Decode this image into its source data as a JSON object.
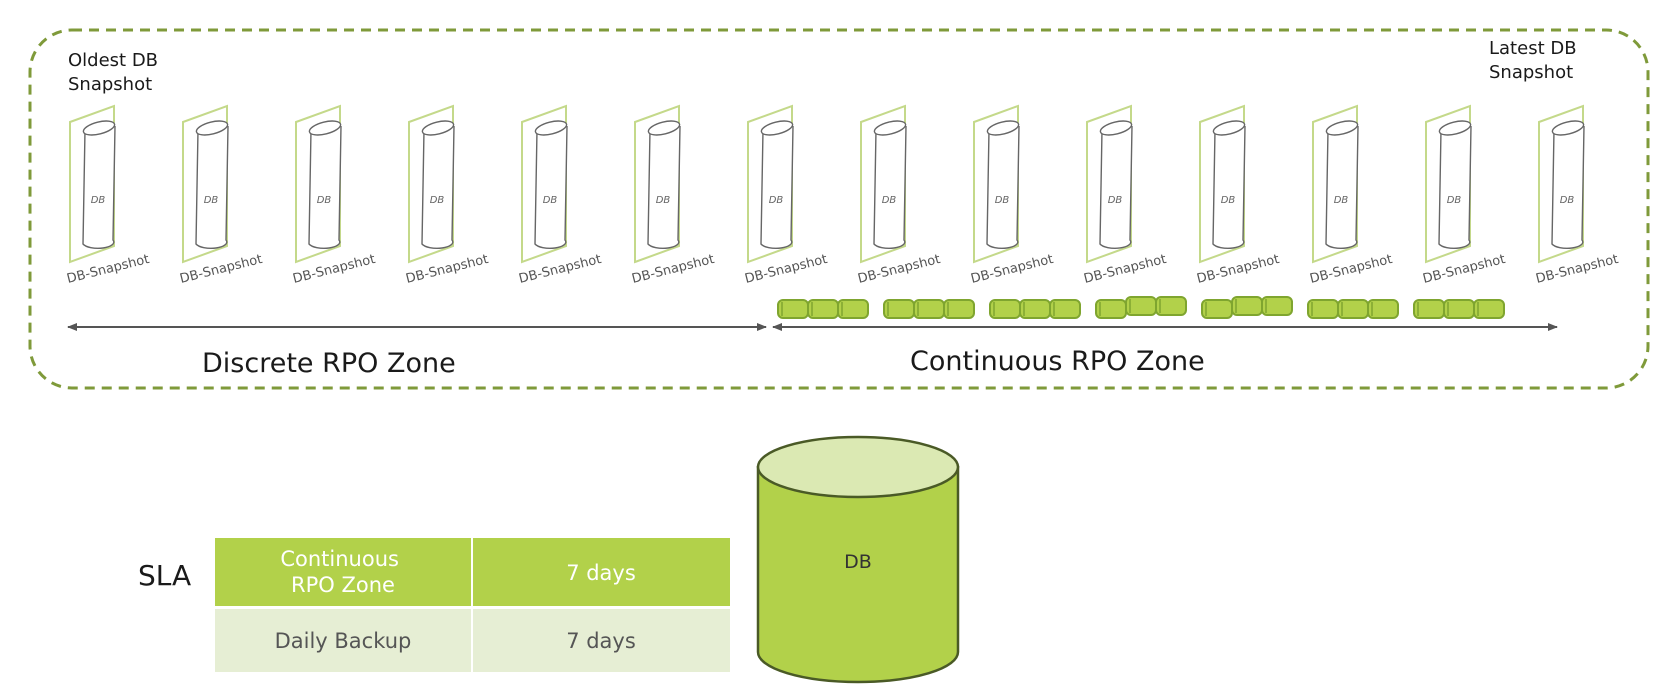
{
  "labels": {
    "oldest": [
      "Oldest DB",
      "Snapshot"
    ],
    "latest": [
      "Latest DB",
      "Snapshot"
    ],
    "discrete_zone": "Discrete RPO Zone",
    "continuous_zone": "Continuous RPO Zone"
  },
  "snapshots": [
    {
      "db": "DB",
      "caption": "DB-Snapshot"
    },
    {
      "db": "DB",
      "caption": "DB-Snapshot"
    },
    {
      "db": "DB",
      "caption": "DB-Snapshot"
    },
    {
      "db": "DB",
      "caption": "DB-Snapshot"
    },
    {
      "db": "DB",
      "caption": "DB-Snapshot"
    },
    {
      "db": "DB",
      "caption": "DB-Snapshot"
    },
    {
      "db": "DB",
      "caption": "DB-Snapshot"
    },
    {
      "db": "DB",
      "caption": "DB-Snapshot"
    },
    {
      "db": "DB",
      "caption": "DB-Snapshot"
    },
    {
      "db": "DB",
      "caption": "DB-Snapshot"
    },
    {
      "db": "DB",
      "caption": "DB-Snapshot"
    },
    {
      "db": "DB",
      "caption": "DB-Snapshot"
    },
    {
      "db": "DB",
      "caption": "DB-Snapshot"
    },
    {
      "db": "DB",
      "caption": "DB-Snapshot"
    }
  ],
  "log_groups": 7,
  "sla": {
    "label": "SLA",
    "rows": [
      {
        "policy": [
          "Continuous",
          "RPO Zone"
        ],
        "retention": "7 days",
        "highlight": true
      },
      {
        "policy": [
          "Daily Backup"
        ],
        "retention": "7 days",
        "highlight": false
      }
    ]
  },
  "big_db": {
    "label": "DB"
  },
  "colors": {
    "accent": "#b2d14a",
    "accent_dark": "#7fa52f",
    "accent_light": "#dbe9b3",
    "row_light": "#e6eed4",
    "frame_line": "#c4d98a",
    "border_dash": "#7f9a3a",
    "arrow": "#555555"
  }
}
